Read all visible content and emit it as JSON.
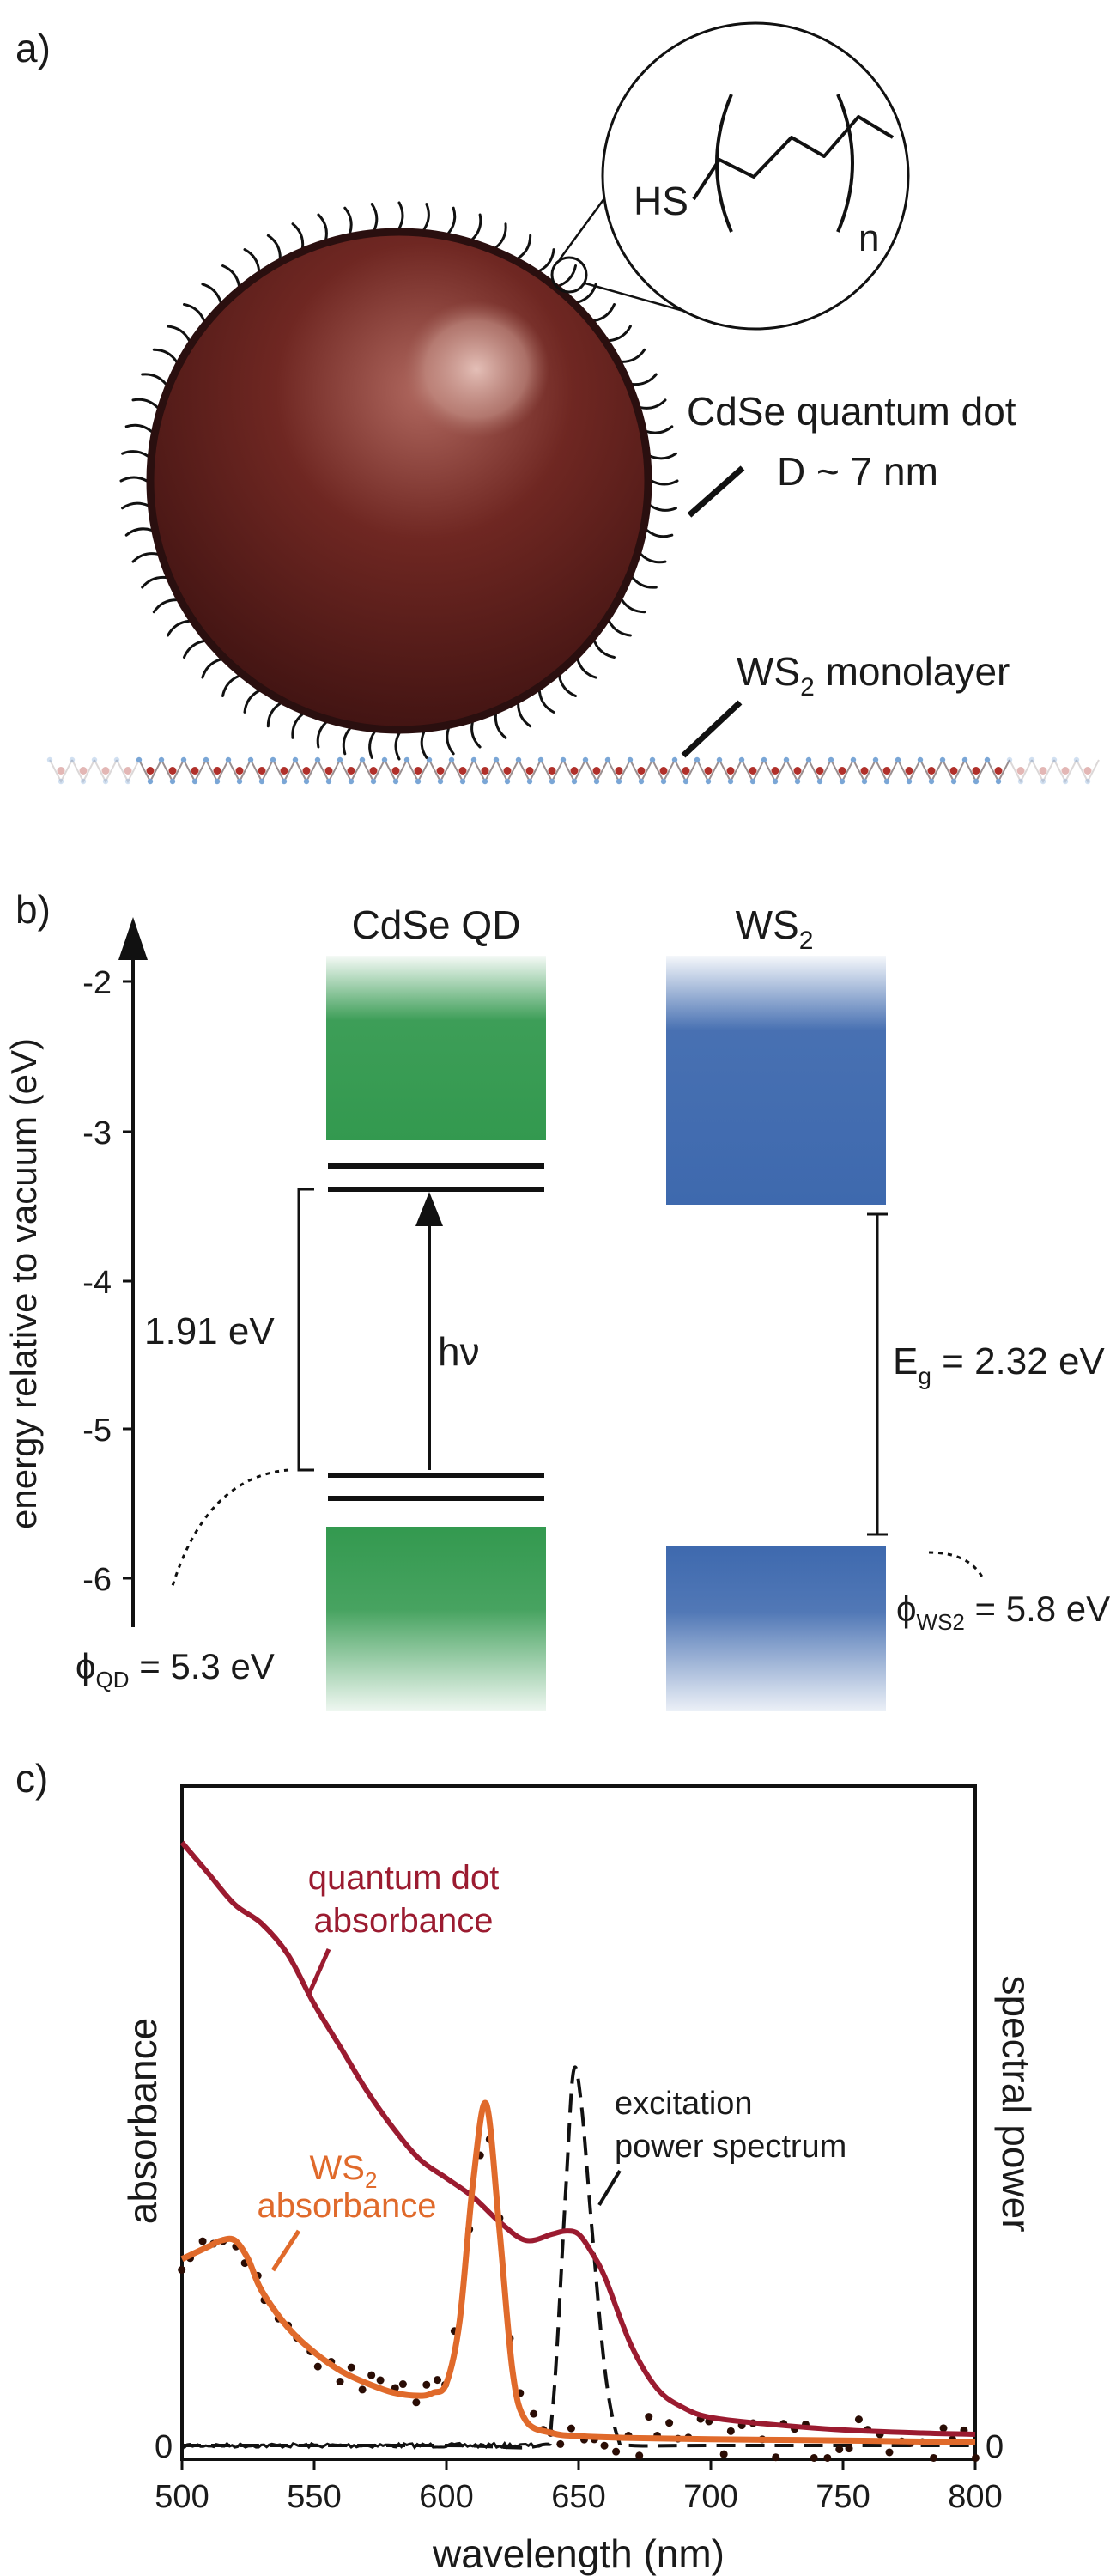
{
  "panel_a": {
    "label": "a)",
    "ligand_prefix": "HS",
    "ligand_subscript": "n",
    "qd_label_line1": "CdSe quantum dot",
    "qd_label_line2": "D ~ 7 nm",
    "ws2_label_main": "WS",
    "ws2_label_sub": "2",
    "ws2_label_tail": " monolayer"
  },
  "panel_b": {
    "label": "b)",
    "ylabel": "energy relative to vacuum (eV)",
    "yticks": [
      "-2",
      "-3",
      "-4",
      "-5",
      "-6"
    ],
    "qd_title": "CdSe QD",
    "ws2_title_main": "WS",
    "ws2_title_sub": "2",
    "gap_qd": "1.91 eV",
    "photon": "hν",
    "eg_main": "E",
    "eg_sub": "g",
    "eg_tail": " = 2.32 eV",
    "phi_qd_sym": "ϕ",
    "phi_qd_sub": "QD",
    "phi_qd_tail": " = 5.3 eV",
    "phi_ws2_sym": "ϕ",
    "phi_ws2_sub": "WS2",
    "phi_ws2_tail": " = 5.8 eV",
    "colors": {
      "qd_band": "#33994f",
      "ws2_band": "#3e69ae"
    }
  },
  "panel_c": {
    "label": "c)",
    "xlabel": "wavelength (nm)",
    "ylabel_left": "absorbance",
    "ylabel_right": "spectral power",
    "zero_left": "0",
    "zero_right": "0",
    "qd_line1": "quantum dot",
    "qd_line2": "absorbance",
    "ws2_line1_main": "WS",
    "ws2_line1_sub": "2",
    "ws2_line2": "absorbance",
    "exc_line1": "excitation",
    "exc_line2": "power spectrum",
    "colors": {
      "qd": "#9b1b30",
      "ws2": "#e06a2b",
      "dots": "#2a0d05",
      "excitation": "#111111"
    }
  },
  "chart_data": {
    "type": "line",
    "xlabel": "wavelength (nm)",
    "ylabel": "absorbance",
    "xlim": [
      500,
      800
    ],
    "ylim": [
      0,
      1
    ],
    "x_ticks": [
      500,
      550,
      600,
      650,
      700,
      750,
      800
    ],
    "series": [
      {
        "name": "quantum dot absorbance",
        "x": [
          500,
          510,
          520,
          530,
          540,
          550,
          560,
          570,
          580,
          590,
          600,
          610,
          620,
          630,
          640,
          645,
          650,
          655,
          660,
          670,
          680,
          690,
          700,
          720,
          750,
          780,
          800
        ],
        "y": [
          0.97,
          0.92,
          0.87,
          0.84,
          0.79,
          0.71,
          0.64,
          0.57,
          0.51,
          0.46,
          0.43,
          0.4,
          0.36,
          0.33,
          0.34,
          0.345,
          0.34,
          0.31,
          0.27,
          0.16,
          0.09,
          0.06,
          0.045,
          0.035,
          0.025,
          0.02,
          0.018
        ]
      },
      {
        "name": "WS2 absorbance",
        "x": [
          500,
          505,
          510,
          515,
          520,
          525,
          530,
          540,
          550,
          560,
          570,
          580,
          590,
          595,
          600,
          605,
          610,
          615,
          620,
          625,
          630,
          640,
          650,
          670,
          700,
          750,
          800
        ],
        "y": [
          0.3,
          0.31,
          0.32,
          0.33,
          0.33,
          0.3,
          0.25,
          0.19,
          0.15,
          0.12,
          0.1,
          0.085,
          0.08,
          0.085,
          0.1,
          0.2,
          0.42,
          0.55,
          0.35,
          0.12,
          0.04,
          0.02,
          0.015,
          0.012,
          0.01,
          0.008,
          0.005
        ]
      },
      {
        "name": "excitation power spectrum",
        "x": [
          500,
          600,
          635,
          640,
          645,
          648,
          651,
          655,
          660,
          665,
          670,
          700,
          800
        ],
        "y": [
          0,
          0,
          0,
          0.05,
          0.4,
          0.6,
          0.55,
          0.35,
          0.12,
          0.01,
          0,
          0,
          0
        ]
      }
    ]
  }
}
